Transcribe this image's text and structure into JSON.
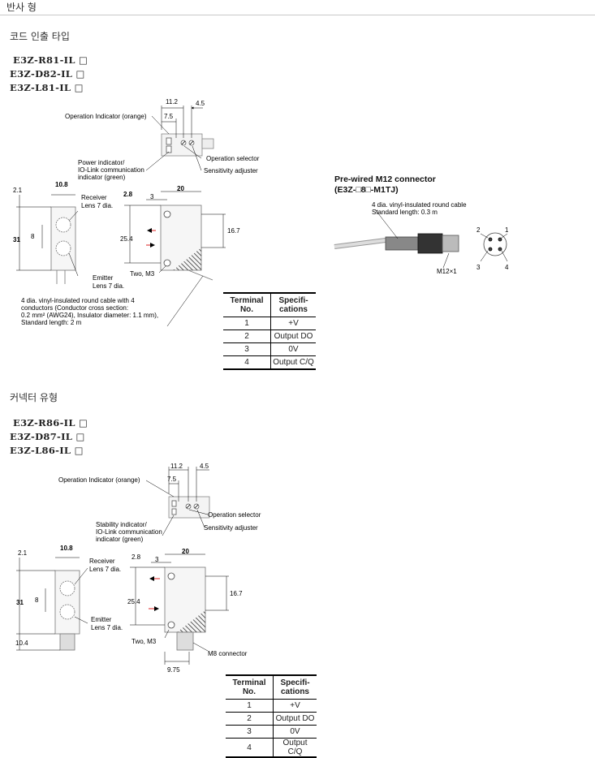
{
  "header": {
    "title": "반사 형"
  },
  "section1": {
    "title": "코드 인출 타입",
    "models": [
      "E3Z-R81-IL □",
      "E3Z-D82-IL □",
      "E3Z-L81-IL □"
    ],
    "labels": {
      "op_indicator": "Operation Indicator (orange)",
      "power_ind_1": "Power indicator/",
      "power_ind_2": "IO-Link communication",
      "power_ind_3": "indicator (green)",
      "op_selector": "Operation selector",
      "sens_adjuster": "Sensitivity adjuster",
      "receiver_1": "Receiver",
      "receiver_2": "Lens 7 dia.",
      "emitter_1": "Emitter",
      "emitter_2": "Lens 7 dia.",
      "two_m3": "Two, M3",
      "cable_1": "4 dia. vinyl-insulated round cable with 4",
      "cable_2": "conductors (Conductor cross section:",
      "cable_3": "0.2 mm² (AWG24), Insulator diameter: 1.1 mm),",
      "cable_4": "Standard length: 2 m"
    },
    "dims": {
      "d11_2": "11.2",
      "d4_5": "4.5",
      "d7_5": "7.5",
      "d2_1": "2.1",
      "d10_8": "10.8",
      "d31": "31",
      "d8": "8",
      "d2_8": "2.8",
      "d3": "3",
      "d20": "20",
      "d25_4": "25.4",
      "d16_7": "16.7"
    },
    "table": {
      "h1a": "Terminal",
      "h1b": "No.",
      "h2a": "Specifi-",
      "h2b": "cations",
      "rows": [
        [
          "1",
          "+V"
        ],
        [
          "2",
          "Output DO"
        ],
        [
          "3",
          "0V"
        ],
        [
          "4",
          "Output C/Q"
        ]
      ]
    }
  },
  "m12": {
    "title1": "Pre-wired M12 connector",
    "title2": "(E3Z-□8□-M1TJ)",
    "cable_1": "4 dia. vinyl-insulated round cable",
    "cable_2": "Standard length: 0.3 m",
    "thread": "M12×1",
    "pins": [
      "1",
      "2",
      "3",
      "4"
    ]
  },
  "section2": {
    "title": "커넥터 유형",
    "models": [
      "E3Z-R86-IL □",
      "E3Z-D87-IL □",
      "E3Z-L86-IL □"
    ],
    "labels": {
      "op_indicator": "Operation Indicator (orange)",
      "stab_ind_1": "Stability indicator/",
      "stab_ind_2": "IO-Link communication",
      "stab_ind_3": "indicator (green)",
      "op_selector": "Operation selector",
      "sens_adjuster": "Sensitivity adjuster",
      "receiver_1": "Receiver",
      "receiver_2": "Lens 7 dia.",
      "emitter_1": "Emitter",
      "emitter_2": "Lens 7 dia.",
      "two_m3": "Two, M3",
      "m8": "M8 connector"
    },
    "dims": {
      "d11_2": "11.2",
      "d4_5": "4.5",
      "d7_5": "7.5",
      "d2_1": "2.1",
      "d10_8": "10.8",
      "d31": "31",
      "d8": "8",
      "d2_8": "2.8",
      "d3": "3",
      "d20": "20",
      "d25_4": "25.4",
      "d16_7": "16.7",
      "d10_4": "10.4",
      "d9_75": "9.75"
    },
    "table": {
      "h1a": "Terminal",
      "h1b": "No.",
      "h2a": "Specifi-",
      "h2b": "cations",
      "rows": [
        [
          "1",
          "+V"
        ],
        [
          "2",
          "Output DO"
        ],
        [
          "3",
          "0V"
        ],
        [
          "4",
          "Output C/Q"
        ]
      ]
    }
  }
}
